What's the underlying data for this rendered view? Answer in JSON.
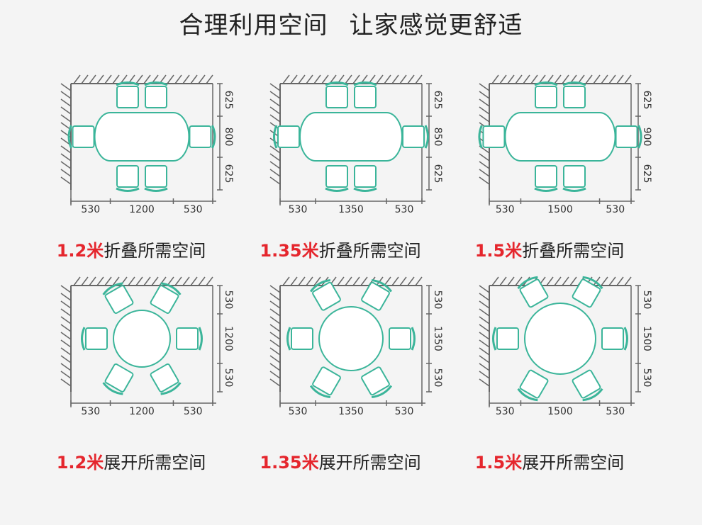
{
  "title": {
    "part1": "合理利用空间",
    "part2": "让家感觉更舒适"
  },
  "colors": {
    "furniture": "#3bb59a",
    "accent": "#e5262d",
    "line": "#666666"
  },
  "panels": [
    {
      "mode": "folded",
      "size_label": "1.2米",
      "caption": "折叠所需空间",
      "bottom_dims": [
        "530",
        "1200",
        "530"
      ],
      "side_dims": [
        "625",
        "800",
        "625"
      ],
      "table_length_mm": 1200
    },
    {
      "mode": "folded",
      "size_label": "1.35米",
      "caption": "折叠所需空间",
      "bottom_dims": [
        "530",
        "1350",
        "530"
      ],
      "side_dims": [
        "625",
        "850",
        "625"
      ],
      "table_length_mm": 1350
    },
    {
      "mode": "folded",
      "size_label": "1.5米",
      "caption": "折叠所需空间",
      "bottom_dims": [
        "530",
        "1500",
        "530"
      ],
      "side_dims": [
        "625",
        "900",
        "625"
      ],
      "table_length_mm": 1500
    },
    {
      "mode": "expanded",
      "size_label": "1.2米",
      "caption": "展开所需空间",
      "bottom_dims": [
        "530",
        "1200",
        "530"
      ],
      "side_dims": [
        "530",
        "1200",
        "530"
      ],
      "table_length_mm": 1200
    },
    {
      "mode": "expanded",
      "size_label": "1.35米",
      "caption": "展开所需空间",
      "bottom_dims": [
        "530",
        "1350",
        "530"
      ],
      "side_dims": [
        "530",
        "1350",
        "530"
      ],
      "table_length_mm": 1350
    },
    {
      "mode": "expanded",
      "size_label": "1.5米",
      "caption": "展开所需空间",
      "bottom_dims": [
        "530",
        "1500",
        "530"
      ],
      "side_dims": [
        "530",
        "1500",
        "530"
      ],
      "table_length_mm": 1500
    }
  ]
}
